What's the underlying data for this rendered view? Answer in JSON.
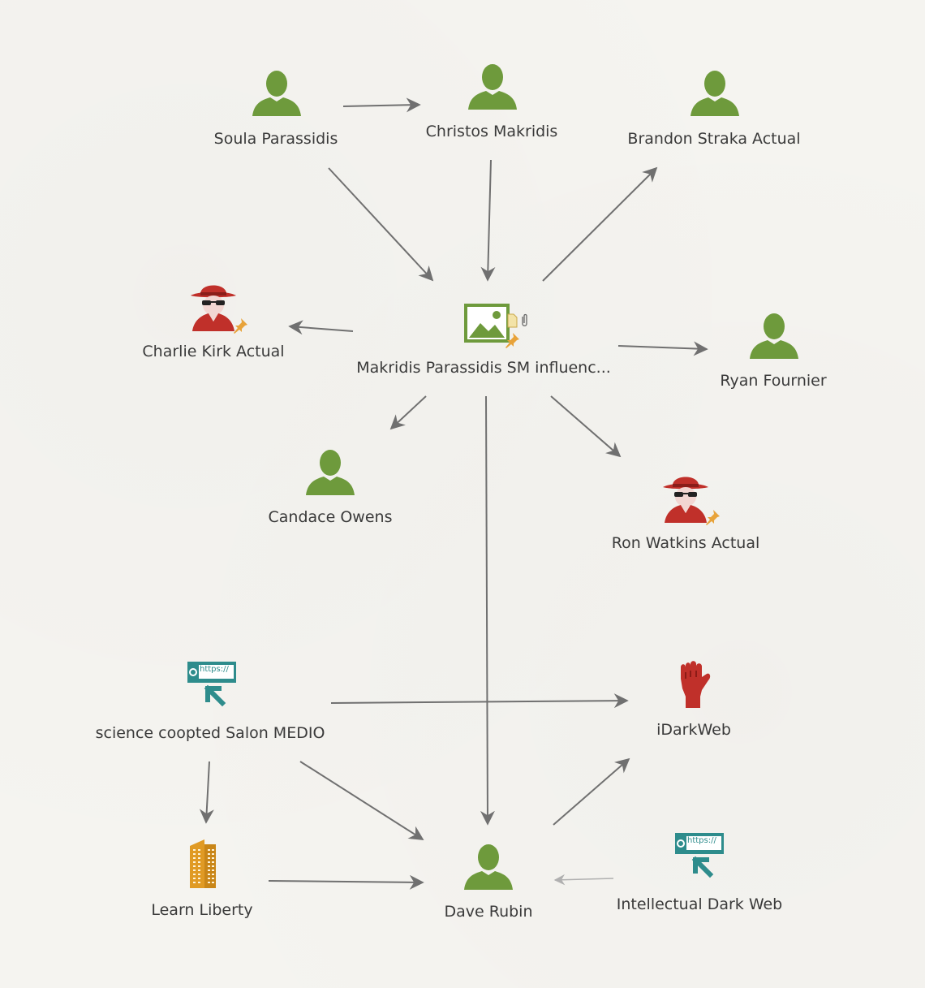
{
  "graph": {
    "nodes": [
      {
        "id": "soula",
        "label": "Soula Parassidis",
        "icon": "person-icon"
      },
      {
        "id": "christos",
        "label": "Christos Makridis",
        "icon": "person-icon"
      },
      {
        "id": "brandon",
        "label": "Brandon Straka Actual",
        "icon": "person-icon"
      },
      {
        "id": "charlie",
        "label": "Charlie Kirk Actual",
        "icon": "spy-icon",
        "pinned": true
      },
      {
        "id": "makridis",
        "label": "Makridis Parassidis SM influenc...",
        "icon": "image-icon",
        "pinned": true,
        "attachments": true
      },
      {
        "id": "ryan",
        "label": "Ryan Fournier",
        "icon": "person-icon"
      },
      {
        "id": "candace",
        "label": "Candace Owens",
        "icon": "person-icon"
      },
      {
        "id": "ron",
        "label": "Ron Watkins Actual",
        "icon": "spy-icon",
        "pinned": true
      },
      {
        "id": "salon",
        "label": "science coopted Salon MEDIO",
        "icon": "url-icon"
      },
      {
        "id": "idarkweb",
        "label": "iDarkWeb",
        "icon": "fist-icon"
      },
      {
        "id": "learn",
        "label": "Learn Liberty",
        "icon": "building-icon"
      },
      {
        "id": "dave",
        "label": "Dave Rubin",
        "icon": "person-icon"
      },
      {
        "id": "intellectual",
        "label": "Intellectual Dark Web",
        "icon": "url-icon"
      }
    ],
    "edges": [
      {
        "from": "soula",
        "to": "christos"
      },
      {
        "from": "soula",
        "to": "makridis"
      },
      {
        "from": "christos",
        "to": "makridis"
      },
      {
        "from": "makridis",
        "to": "brandon"
      },
      {
        "from": "makridis",
        "to": "charlie"
      },
      {
        "from": "makridis",
        "to": "ryan"
      },
      {
        "from": "makridis",
        "to": "candace"
      },
      {
        "from": "makridis",
        "to": "ron"
      },
      {
        "from": "makridis",
        "to": "dave"
      },
      {
        "from": "salon",
        "to": "idarkweb"
      },
      {
        "from": "salon",
        "to": "learn"
      },
      {
        "from": "salon",
        "to": "dave"
      },
      {
        "from": "learn",
        "to": "dave"
      },
      {
        "from": "dave",
        "to": "idarkweb"
      },
      {
        "from": "intellectual",
        "to": "dave",
        "faint": true
      }
    ],
    "url_badge_text": "https://",
    "colors": {
      "person": "#6e9a3c",
      "spy": "#c0302a",
      "pin": "#e8a33a",
      "url": "#2e8c8c",
      "building": "#e09a24",
      "fist": "#c0302a",
      "edge": "#707070",
      "edge_faint": "#b0b0b0",
      "label": "#3a3a3a"
    }
  }
}
